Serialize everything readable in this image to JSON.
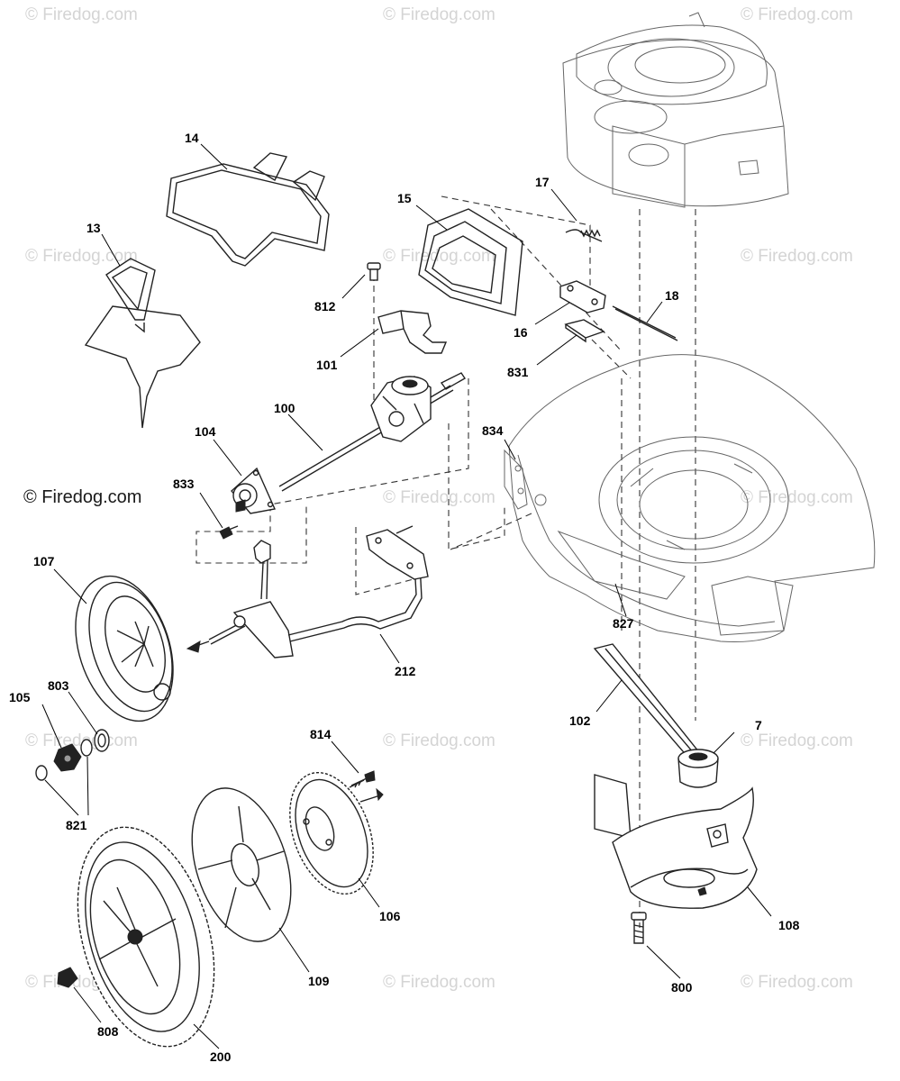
{
  "watermark": {
    "text": "© Firedog.com",
    "main_text": "© Firedog.com"
  },
  "part_labels": {
    "p7": "7",
    "p13": "13",
    "p14": "14",
    "p15": "15",
    "p16": "16",
    "p17": "17",
    "p18": "18",
    "p100": "100",
    "p101": "101",
    "p102": "102",
    "p104": "104",
    "p105": "105",
    "p106": "106",
    "p107": "107",
    "p108": "108",
    "p109": "109",
    "p200": "200",
    "p212": "212",
    "p800": "800",
    "p803": "803",
    "p808": "808",
    "p812": "812",
    "p814": "814",
    "p821": "821",
    "p827": "827",
    "p831": "831",
    "p833": "833",
    "p834": "834"
  }
}
